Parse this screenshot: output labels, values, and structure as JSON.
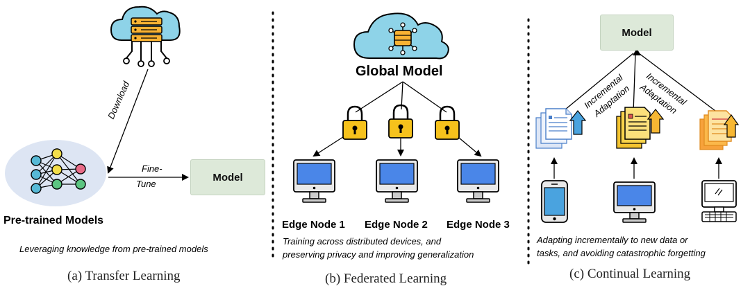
{
  "panels": {
    "transfer": {
      "download_label": "Download",
      "finetune_line1": "Fine-",
      "finetune_line2": "Tune",
      "model_label": "Model",
      "pretrained_label": "Pre-trained Models",
      "description": "Leveraging knowledge from pre-trained models",
      "caption": "(a) Transfer Learning"
    },
    "federated": {
      "global_label": "Global Model",
      "nodes": [
        "Edge Node 1",
        "Edge Node 2",
        "Edge Node 3"
      ],
      "description_line1": "Training across distributed devices, and",
      "description_line2": "preserving privacy and improving generalization",
      "caption": "(b) Federated Learning"
    },
    "continual": {
      "model_label": "Model",
      "adaptation_left_line1": "Incremental",
      "adaptation_left_line2": "Adaptation",
      "adaptation_right_line1": "Incremental",
      "adaptation_right_line2": "Adaptation",
      "description_line1": "Adapting incrementally to new data or",
      "description_line2": "tasks, and avoiding catastrophic forgetting",
      "caption": "(c) Continual Learning"
    }
  },
  "icons": {
    "cloud_server": "cloud-server-icon",
    "neural_network": "neural-network-icon",
    "cloud_database": "cloud-database-icon",
    "lock": "lock-icon",
    "monitor": "monitor-icon",
    "document": "document-icon",
    "smartphone": "smartphone-icon",
    "computer": "computer-icon"
  },
  "colors": {
    "cloud_fill": "#8ed3e8",
    "server_orange": "#f9b233",
    "model_box_fill": "#dde9d9",
    "lock_fill": "#f6c21c",
    "monitor_screen": "#4a86e8",
    "node_blue": "#57b9d6",
    "node_yellow": "#f3de4a",
    "node_green": "#5cc581",
    "node_pink": "#e86b87",
    "up_arrow_blue": "#4aa3df",
    "up_arrow_orange": "#f7b733"
  }
}
